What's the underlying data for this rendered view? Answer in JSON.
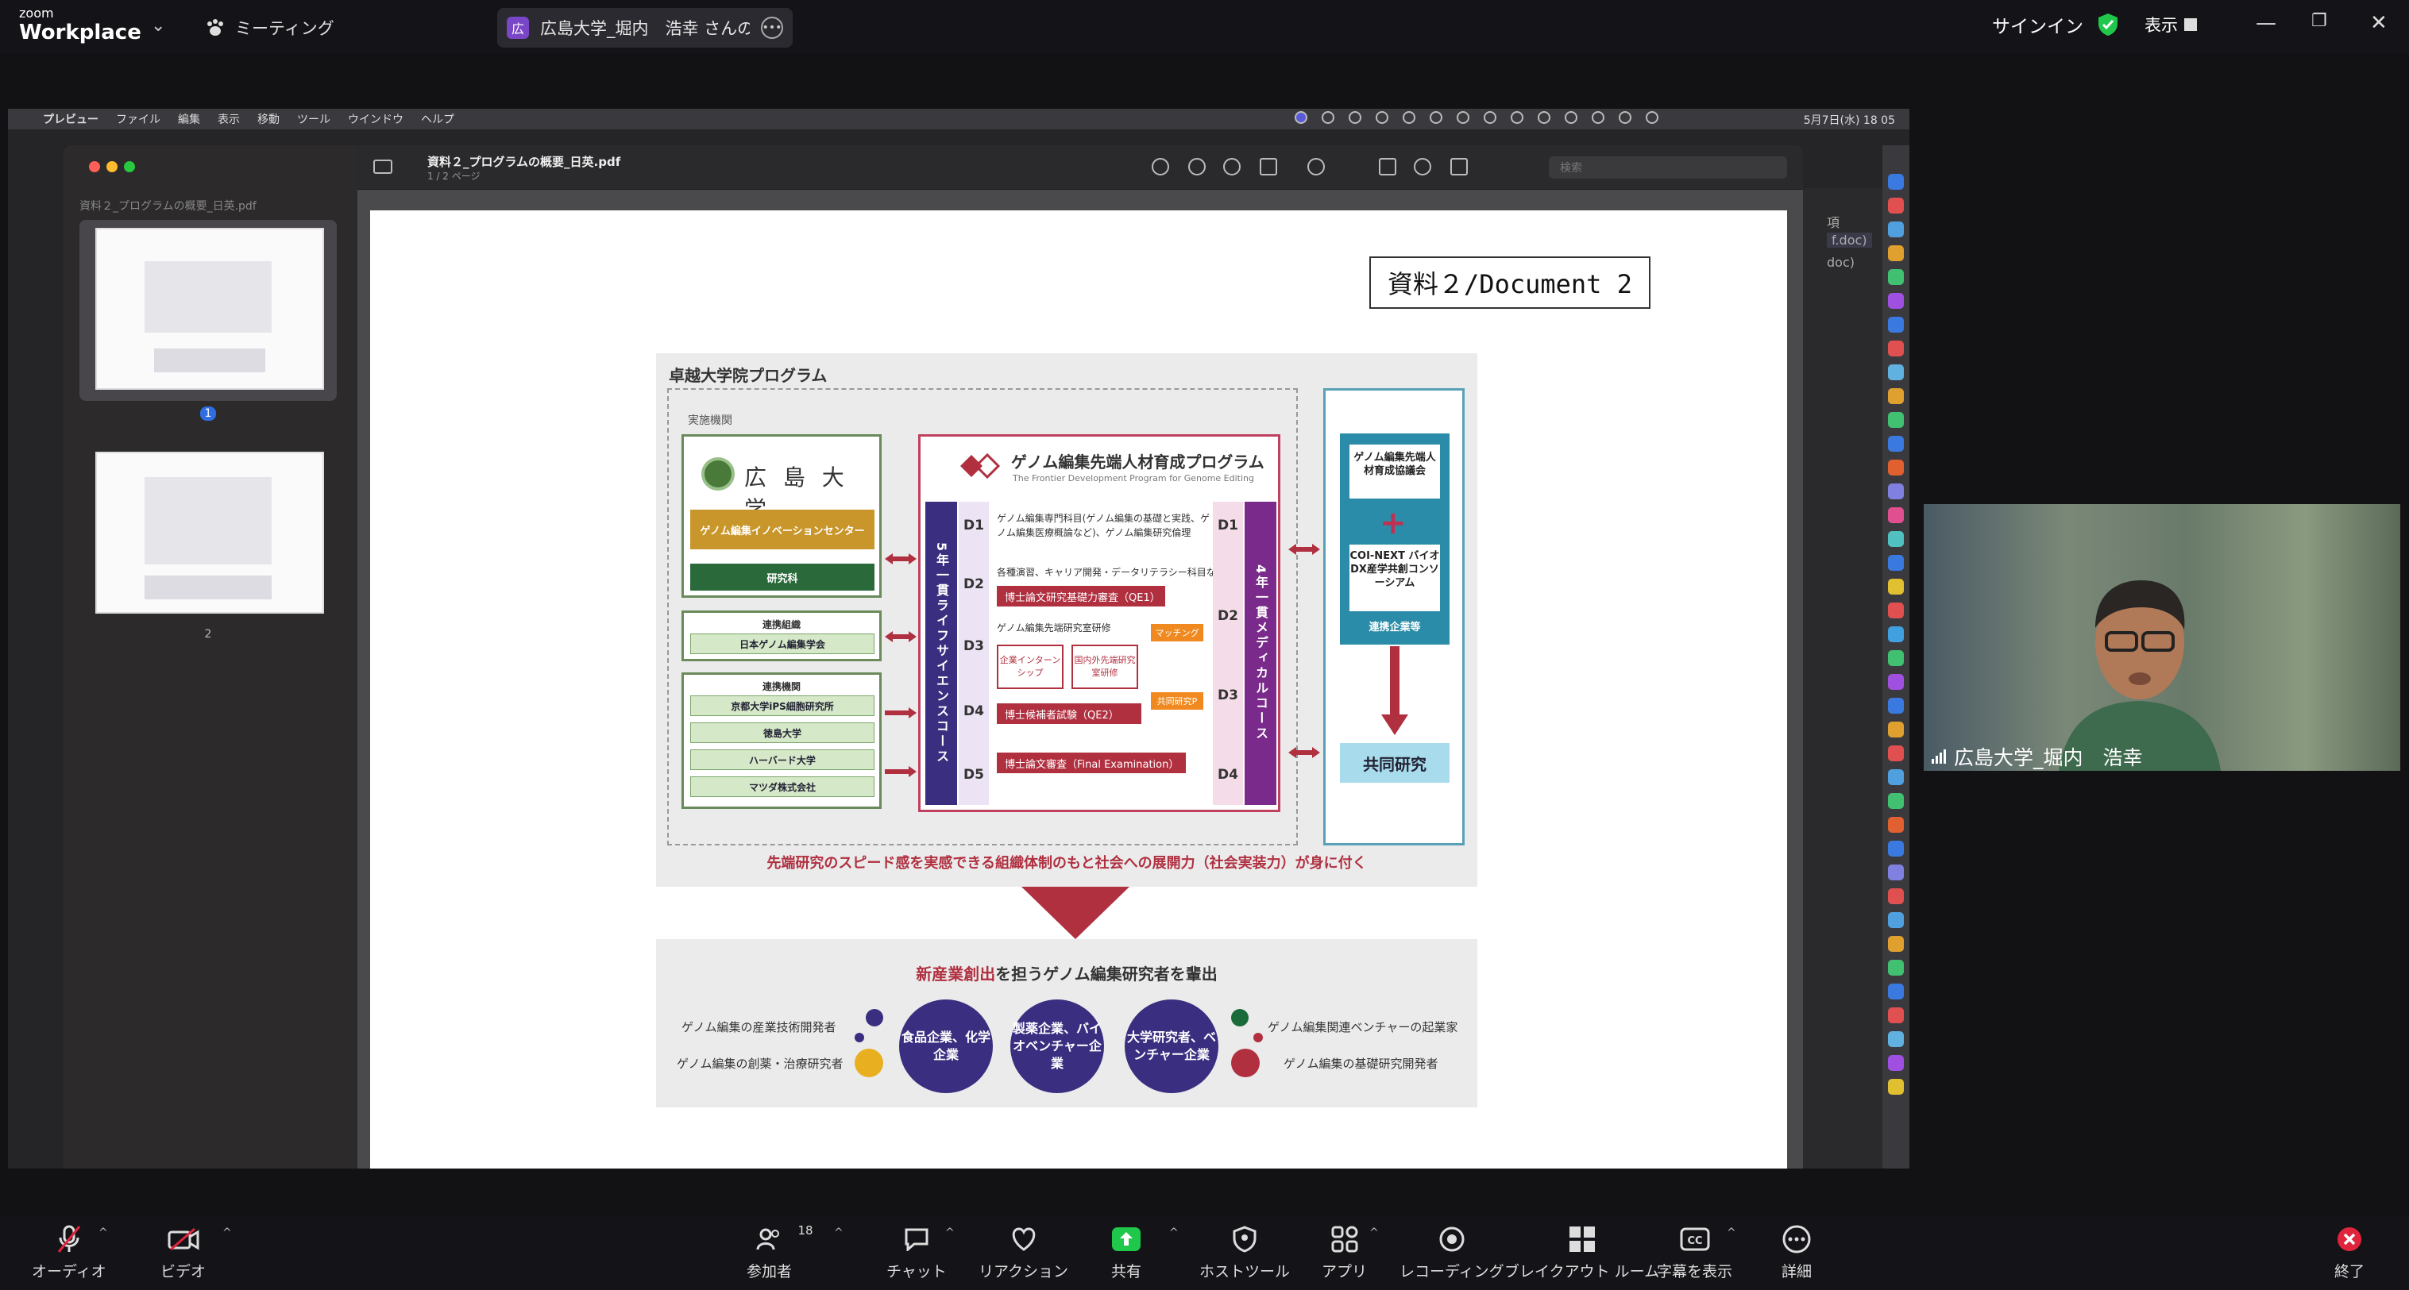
{
  "zoom": {
    "logo_small": "zoom",
    "logo_big": "Workplace",
    "meeting_label": "ミーティング",
    "tab_badge": "広",
    "tab_title": "広島大学_堀内　浩幸 さんの画面",
    "signin": "サインイン",
    "display": "表示"
  },
  "mac_menubar": {
    "items": [
      "プレビュー",
      "ファイル",
      "編集",
      "表示",
      "移動",
      "ツール",
      "ウインドウ",
      "ヘルプ"
    ],
    "clock": "5月7日(水) 18 05"
  },
  "preview": {
    "sidebar_file": "資料２_プログラムの概要_日英.pdf",
    "page_labels": [
      "1",
      "2"
    ],
    "title": "資料２_プログラムの概要_日英.pdf",
    "subtitle": "1 / 2 ページ",
    "search_placeholder": "検索"
  },
  "right_list": [
    "項",
    "f.doc)",
    "doc)"
  ],
  "document": {
    "label": "資料２/Document 2",
    "program_title": "卓越大学院プログラム",
    "impl_label": "実施機関",
    "univ_name": "広 島 大 学",
    "center": "ゲノム編集イノベーションセンター",
    "faculty": "研究科",
    "assoc_header": "連携組織",
    "assoc_org": "日本ゲノム編集学会",
    "partner_header": "連携機関",
    "partners": [
      "京都大学iPS細胞研究所",
      "徳島大学",
      "ハーバード大学",
      "マツダ株式会社"
    ],
    "prog_title": "ゲノム編集先端人材育成プログラム",
    "prog_sub": "The Frontier Development Program for Genome Editing",
    "left_bar": "5年一貫ライフサイエンスコース",
    "right_bar": "4年一貫メディカルコース",
    "left_d": [
      "D1",
      "D2",
      "D3",
      "D4",
      "D5"
    ],
    "right_d": [
      "D1",
      "D2",
      "D3",
      "D4"
    ],
    "text1": "ゲノム編集専門科目(ゲノム編集の基礎と実践、ゲノム編集医療概論など)、ゲノム編集研究倫理",
    "text2": "各種演習、キャリア開発・データリテラシー科目など",
    "qe1": "博士論文研究基礎力審査（QE1）",
    "text3": "ゲノム編集先端研究室研修",
    "matching": "マッチング",
    "intern": "企業インターンシップ",
    "overseas": "国内外先端研究室研修",
    "joint": "共同研究P",
    "qe2": "博士候補者試験（QE2）",
    "final": "博士論文審査（Final Examination）",
    "consort1": "ゲノム編集先端人材育成協議会",
    "consort2": "COI-NEXT バイオDX産学共創コンソーシアム",
    "partners_co": "連携企業等",
    "joint_research": "共同研究",
    "caption": "先端研究のスピード感を実感できる組織体制のもと社会への展開力（社会実装力）が身に付く",
    "f2_title_red": "新産業創出",
    "f2_title_rest": "を担うゲノム編集研究者を輩出",
    "circles": [
      "食品企業、化学企業",
      "製薬企業、バイオベンチャー企業",
      "大学研究者、ベンチャー企業"
    ],
    "left_labels": [
      "ゲノム編集の産業技術開発者",
      "ゲノム編集の創薬・治療研究者"
    ],
    "right_labels": [
      "ゲノム編集関連ベンチャーの起業家",
      "ゲノム編集の基礎研究開発者"
    ]
  },
  "video": {
    "name": "広島大学_堀内　浩幸"
  },
  "toolbar": {
    "participants_count": "18",
    "items": [
      "オーディオ",
      "ビデオ",
      "参加者",
      "チャット",
      "リアクション",
      "共有",
      "ホストツール",
      "アプリ",
      "レコーディング",
      "ブレイクアウト ルーム",
      "字幕を表示",
      "詳細",
      "終了"
    ]
  },
  "colors": {
    "share_green": "#1fc84a",
    "end_red": "#e0243c",
    "accent_purple": "#3a2e80",
    "doc_red": "#b03040"
  }
}
